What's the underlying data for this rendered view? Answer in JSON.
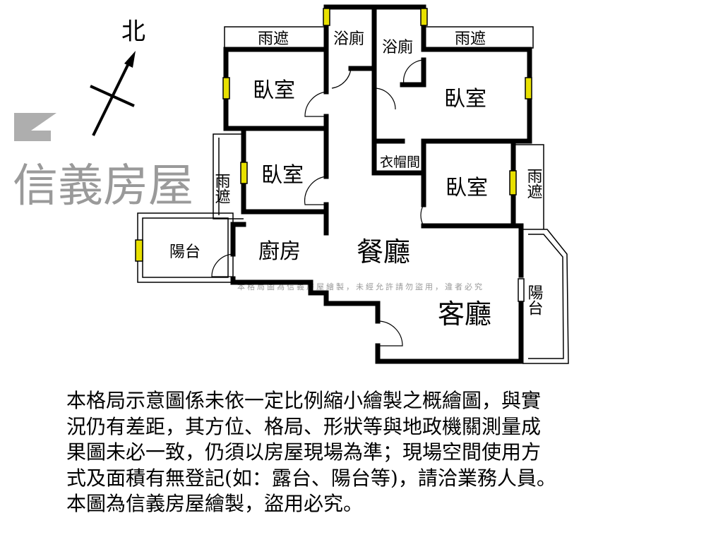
{
  "compass": {
    "north_label": "北"
  },
  "rooms": {
    "rain_cover_top_left": "雨遮",
    "rain_cover_top_right": "雨遮",
    "bath_left": "浴廁",
    "bath_right": "浴廁",
    "bedroom_top_left": "臥室",
    "bedroom_top_right": "臥室",
    "bedroom_mid_left": "臥室",
    "bedroom_mid_right": "臥室",
    "closet": "衣帽間",
    "rain_cover_left": "雨遮",
    "rain_cover_right": "雨遮",
    "balcony_left": "陽台",
    "kitchen": "廚房",
    "dining": "餐廳",
    "living": "客廳",
    "balcony_right": "陽台"
  },
  "watermark": {
    "logo_text": "信義房屋",
    "notice": "本格局圖為信義房屋繪製，未經允許請勿盜用，違者必究"
  },
  "notes": [
    "本格局示意圖係未依一定比例縮小繪製之概繪圖，與實",
    "況仍有差距，其方位、格局、形狀等與地政機關測量成",
    "果圖未必一致，仍須以房屋現場為準；現場空間使用方",
    "式及面積有無登記(如：露台、陽台等)，請洽業務人員。",
    "本圖為信義房屋繪製，盜用必究。"
  ],
  "colors": {
    "wall": "#000000",
    "window": "#e8e000",
    "watermark": "#9a9a9a"
  }
}
